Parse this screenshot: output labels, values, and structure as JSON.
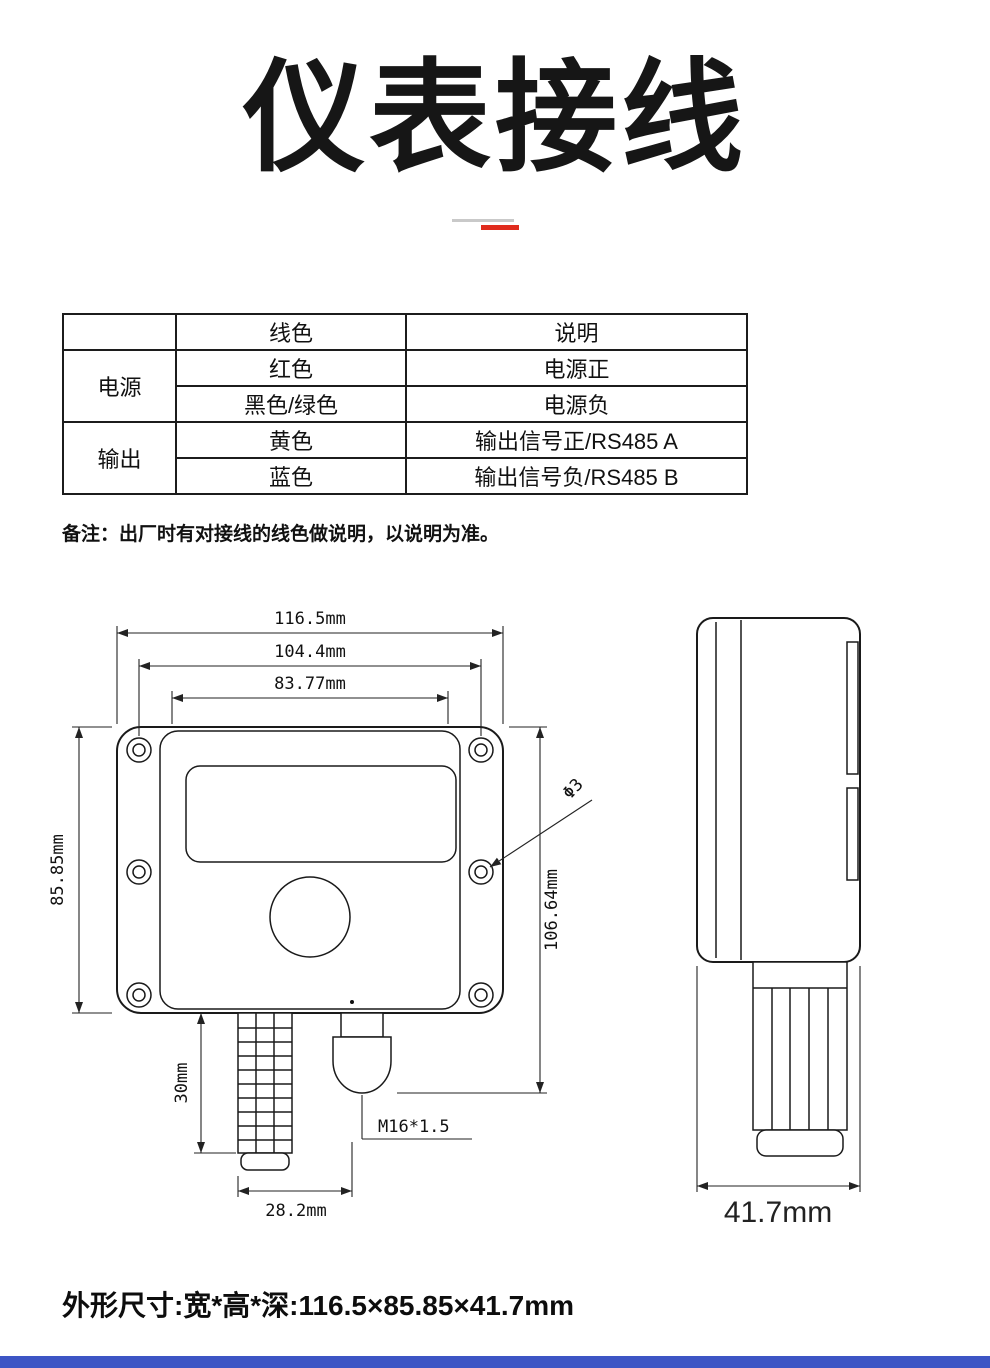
{
  "colors": {
    "accent_bar": "#3d55c5",
    "divider_red": "#e02b1d",
    "divider_gray": "#c9c9c9"
  },
  "page": {
    "title": "仪表接线",
    "note": "备注：出厂时有对接线的线色做说明，以说明为准。",
    "footer": "外形尺寸:宽*高*深:116.5×85.85×41.7mm"
  },
  "wiring_table": {
    "headers": {
      "color": "线色",
      "desc": "说明"
    },
    "groups": [
      {
        "label": "电源",
        "rows": [
          {
            "color": "红色",
            "desc": "电源正"
          },
          {
            "color": "黑色/绿色",
            "desc": "电源负"
          }
        ]
      },
      {
        "label": "输出",
        "rows": [
          {
            "color": "黄色",
            "desc": "输出信号正/RS485 A"
          },
          {
            "color": "蓝色",
            "desc": "输出信号负/RS485 B"
          }
        ]
      }
    ]
  },
  "drawing": {
    "dims": {
      "width_outer": "116.5mm",
      "width_mount": "104.4mm",
      "width_window": "83.77mm",
      "height_body": "85.85mm",
      "height_total": "106.64mm",
      "probe_length": "30mm",
      "probe_width": "28.2mm",
      "gland_thread": "M16*1.5",
      "hole_diameter": "Φ3",
      "depth": "41.7mm"
    }
  }
}
